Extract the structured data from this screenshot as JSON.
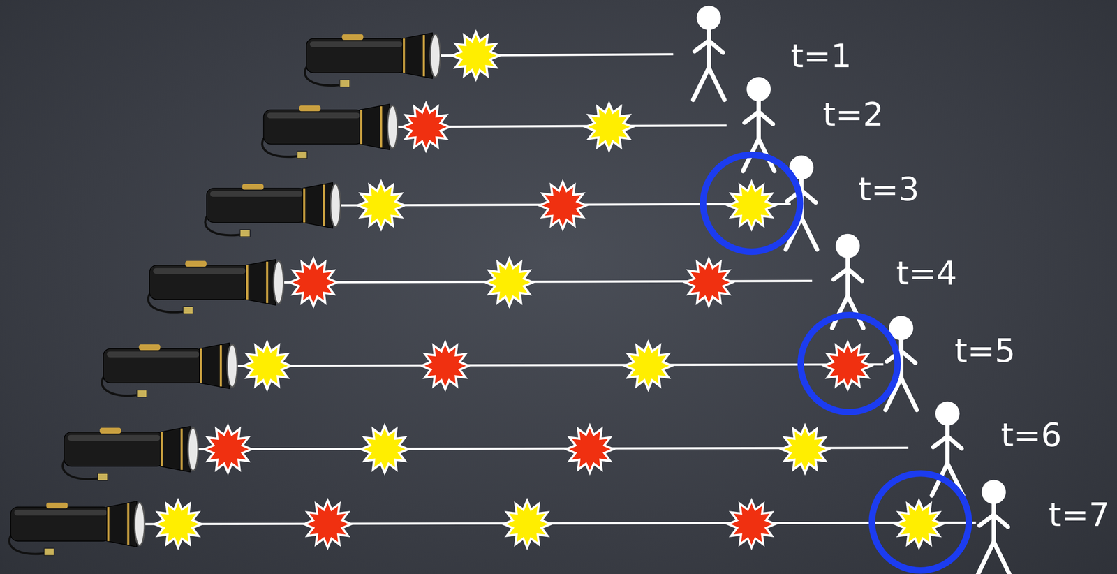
{
  "diagram": {
    "labels": [
      "t=1",
      "t=2",
      "t=3",
      "t=4",
      "t=5",
      "t=6",
      "t=7"
    ]
  }
}
